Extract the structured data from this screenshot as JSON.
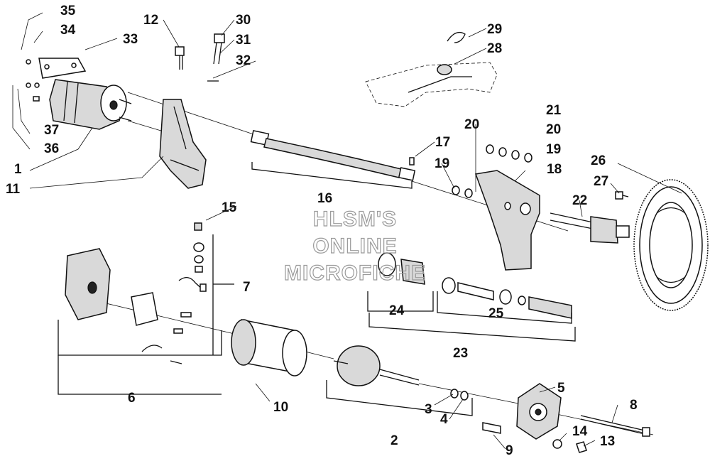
{
  "diagram": {
    "watermark": [
      "HLSM'S",
      "ONLINE",
      "MICROFICHE"
    ],
    "callouts": [
      "1",
      "2",
      "3",
      "4",
      "5",
      "6",
      "7",
      "8",
      "9",
      "10",
      "11",
      "12",
      "13",
      "14",
      "15",
      "16",
      "17",
      "18",
      "19",
      "19",
      "20",
      "20",
      "21",
      "22",
      "23",
      "24",
      "25",
      "26",
      "27",
      "28",
      "29",
      "30",
      "31",
      "32",
      "33",
      "34",
      "35",
      "36",
      "37"
    ]
  }
}
